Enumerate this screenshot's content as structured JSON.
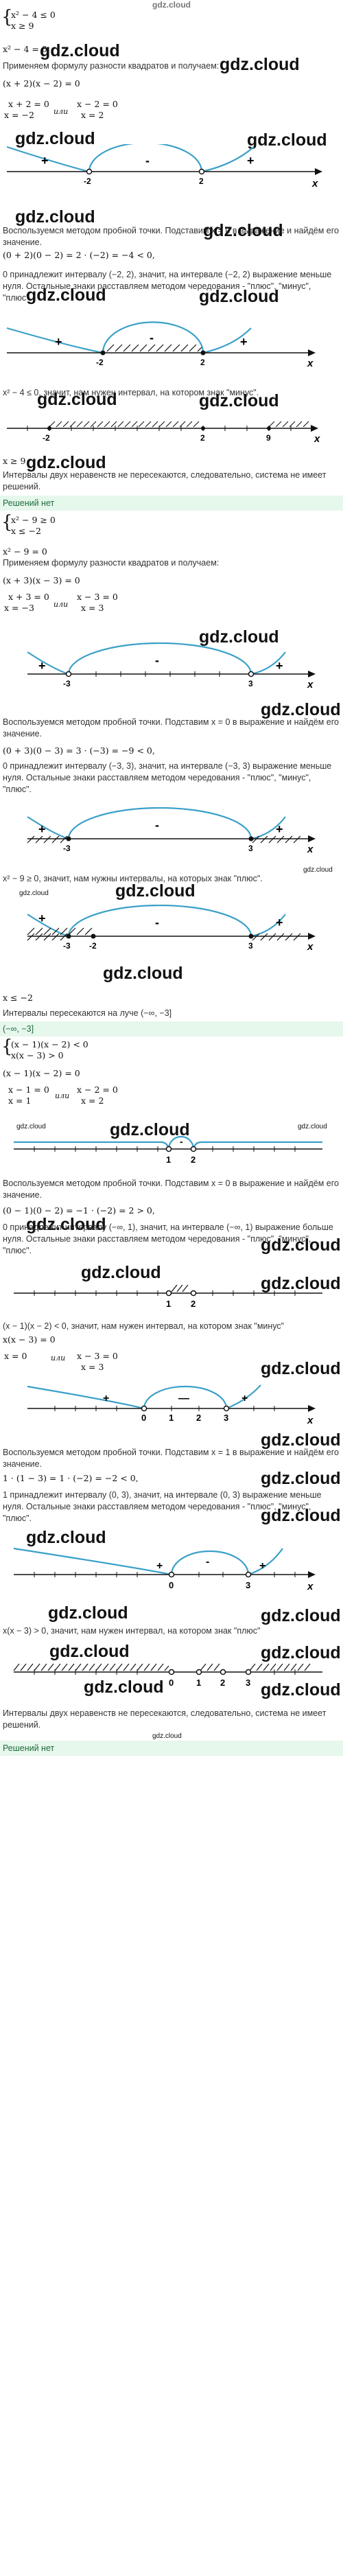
{
  "header": {
    "logo": "gdz.cloud"
  },
  "watermark": "gdz.cloud",
  "watermark_small": "gdz.cloud",
  "p1": {
    "sys1": "x² − 4 ≤ 0",
    "sys2": "x ≥ 9",
    "eq1": "x² − 4 = 0",
    "text1": "Применяем формулу разности квадратов и получаем:",
    "eq2": "(x + 2)(x − 2) = 0",
    "r1a": "x + 2 = 0",
    "r1b": "x = −2",
    "or": "или",
    "r2a": "x − 2 = 0",
    "r2b": "x = 2",
    "nl1": {
      "labels": [
        "-2",
        "2"
      ],
      "signs": [
        "+",
        "-",
        "+"
      ],
      "axis": "x"
    },
    "text2": "Воспользуемся методом пробной точки. Подставим x = 0 в выражение и найдём его значение.",
    "eq3": "(0 + 2)(0 − 2) = 2 · (−2) = −4 < 0,",
    "text3": "0 принадлежит интервалу (−2, 2), значит, на интервале (−2, 2) выражение меньше нуля. Остальные знаки расставляем методом чередования - \"плюс\", \"минус\", \"плюс\".",
    "nl2": {
      "labels": [
        "-2",
        "2"
      ],
      "signs": [
        "+",
        "-",
        "+"
      ],
      "axis": "x"
    },
    "text4": "x² − 4 ≤ 0, значит, нам нужен интервал, на котором знак \"минус\".",
    "nl3": {
      "labels": [
        "-2",
        "2",
        "9"
      ],
      "axis": "x"
    },
    "ineq": "x ≥ 9",
    "text5": "Интервалы двух неравенств не пересекаются, следовательно, система не имеет решений.",
    "answer": "Решений нет"
  },
  "p2": {
    "sys1": "x² − 9 ≥ 0",
    "sys2": "x ≤ −2",
    "eq1": "x² − 9 = 0",
    "text1": "Применяем формулу разности квадратов и получаем:",
    "eq2": "(x + 3)(x − 3) = 0",
    "r1a": "x + 3 = 0",
    "r1b": "x = −3",
    "or": "или",
    "r2a": "x − 3 = 0",
    "r2b": "x = 3",
    "nl1": {
      "labels": [
        "-3",
        "3"
      ],
      "signs": [
        "+",
        "-",
        "+"
      ],
      "axis": "x"
    },
    "text2": "Воспользуемся методом пробной точки. Подставим x = 0 в выражение и найдём его значение.",
    "eq3": "(0 + 3)(0 − 3) = 3 · (−3) = −9 < 0,",
    "text3": "0 принадлежит интервалу (−3, 3), значит, на интервале (−3, 3) выражение меньше нуля. Остальные знаки расставляем методом чередования - \"плюс\", \"минус\", \"плюс\".",
    "nl2": {
      "labels": [
        "-3",
        "3"
      ],
      "signs": [
        "+",
        "-",
        "+"
      ],
      "axis": "x"
    },
    "text4": "x² − 9 ≥ 0, значит, нам нужны интервалы, на которых знак \"плюс\".",
    "nl3": {
      "labels": [
        "-3",
        "-2",
        "3"
      ],
      "signs": [
        "+",
        "-",
        "+"
      ],
      "axis": "x"
    },
    "ineq": "x ≤ −2",
    "text5": "Интервалы пересекаются на луче (−∞, −3]",
    "answer": "(−∞, −3]"
  },
  "p3": {
    "sys1": "(x − 1)(x − 2) < 0",
    "sys2": "x(x − 3) > 0",
    "eq1": "(x − 1)(x − 2) = 0",
    "r1a": "x − 1 = 0",
    "r1b": "x = 1",
    "or": "или",
    "r2a": "x − 2 = 0",
    "r2b": "x = 2",
    "nl1": {
      "labels": [
        "1",
        "2"
      ],
      "signs": [
        "-"
      ],
      "axis": "x"
    },
    "text2": "Воспользуемся методом пробной точки. Подставим x = 0 в выражение и найдём его значение.",
    "eq3": "(0 − 1)(0 − 2) = −1 · (−2) = 2 > 0,",
    "text3": "0 принадлежит интервалу (−∞, 1), значит, на интервале (−∞, 1) выражение больше нуля. Остальные знаки расставляем методом чередования - \"плюс\", \"минус\", \"плюс\".",
    "nl2": {
      "labels": [
        "1",
        "2"
      ],
      "axis": "x"
    },
    "text4": "(x − 1)(x − 2) < 0, значит, нам нужен интервал, на котором знак \"минус\"",
    "eq4": "x(x − 3) = 0",
    "r3a": "x = 0",
    "r4a": "x − 3 = 0",
    "r4b": "x = 3",
    "nl3": {
      "labels": [
        "0",
        "1",
        "2",
        "3"
      ],
      "signs": [
        "+",
        "—",
        "+"
      ],
      "axis": "x"
    },
    "text6": "Воспользуемся методом пробной точки. Подставим x = 1 в выражение и найдём его значение.",
    "eq5": "1 · (1 − 3) = 1 · (−2) = −2 < 0,",
    "text7": "1 принадлежит интервалу (0, 3), значит, на интервале (0, 3) выражение меньше нуля. Остальные знаки расставляем методом чередования - \"плюс\", \"минус\", \"плюс\".",
    "nl4": {
      "labels": [
        "0",
        "3"
      ],
      "signs": [
        "+",
        "-",
        "+"
      ],
      "axis": "x"
    },
    "text8": "x(x − 3) > 0, значит, нам нужен интервал, на котором знак \"плюс\"",
    "nl5": {
      "labels": [
        "0",
        "1",
        "2",
        "3"
      ],
      "axis": "x"
    },
    "text9": "Интервалы двух неравенств не пересекаются, следовательно, система не имеет решений.",
    "answer": "Решений нет"
  },
  "colors": {
    "arc": "#3aa0c8",
    "answer_bg": "#e6f7ec",
    "answer_text": "#1f6b3a"
  }
}
